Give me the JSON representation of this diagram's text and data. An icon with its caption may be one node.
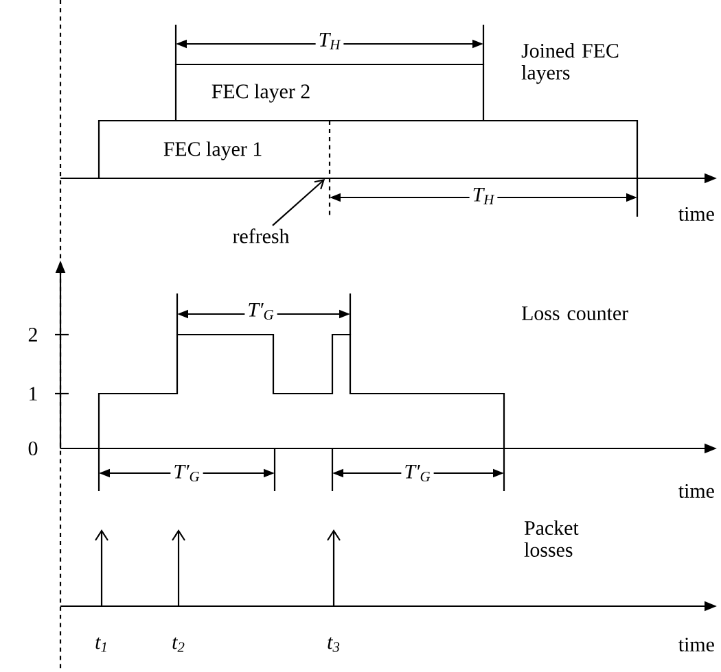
{
  "diagram": {
    "nodes": [
      {
        "text": [
          "FEC layer 2"
        ]
      },
      {
        "text": [
          "FEC layer 1"
        ]
      },
      {
        "text": [
          "refresh"
        ]
      }
    ],
    "edges": [
      {
        "from": 2,
        "to": 1,
        "arrow": "to"
      }
    ],
    "labels": [
      "T$_{H}$",
      "Joined FEC layers",
      "T$_{H}$",
      "time",
      "T′$_{G}$",
      "Loss counter",
      "2",
      "1",
      "0",
      "T′$_{G}$",
      "T′$_{G}$",
      "time",
      "Packet losses",
      "t$_{1}$",
      "t$_{2}$",
      "t$_{3}$",
      "time"
    ]
  }
}
